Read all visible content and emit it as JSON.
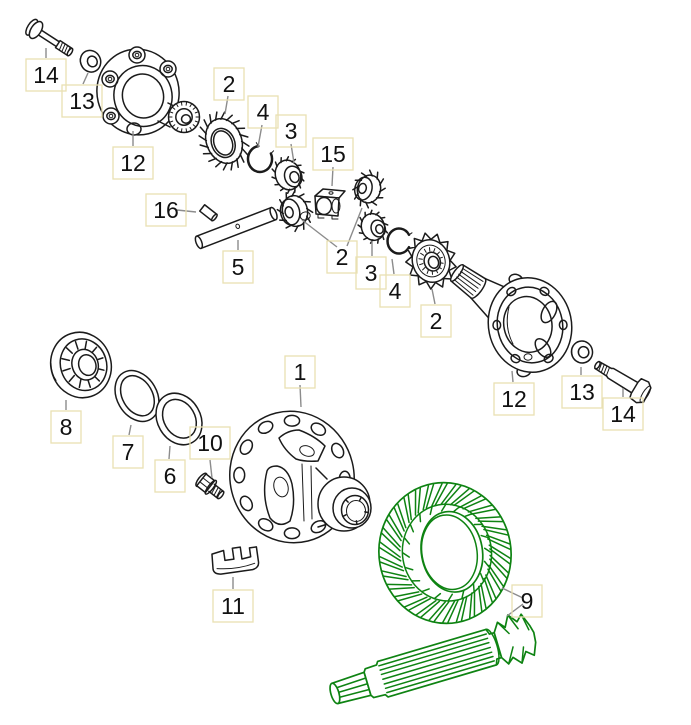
{
  "figure": {
    "type": "exploded-parts-diagram",
    "subject": "differential gear assembly",
    "background": "#ffffff"
  },
  "colors": {
    "line": "#1b1b1b",
    "highlight_green": "#0e8312",
    "leader_gray": "#8c8c8c",
    "label_text": "#111111",
    "label_box_border": "#e9e0b2"
  },
  "callouts": [
    {
      "number": "14",
      "part": "flange bolt",
      "position": "top-left"
    },
    {
      "number": "13",
      "part": "washer",
      "position": "top-left"
    },
    {
      "number": "12",
      "part": "side cover flange",
      "position": "top-left"
    },
    {
      "number": "2",
      "part": "bevel side gear",
      "position": "top"
    },
    {
      "number": "4",
      "part": "snap ring",
      "position": "top"
    },
    {
      "number": "3",
      "part": "thrust gear",
      "position": "top"
    },
    {
      "number": "15",
      "part": "spacer block",
      "position": "top-middle"
    },
    {
      "number": "16",
      "part": "dowel pin",
      "position": "middle-left"
    },
    {
      "number": "5",
      "part": "pinion cross shaft",
      "position": "middle-left"
    },
    {
      "number": "2",
      "part": "differential bevel gears",
      "position": "middle"
    },
    {
      "number": "3",
      "part": "thrust gear",
      "position": "middle-right"
    },
    {
      "number": "4",
      "part": "snap ring",
      "position": "middle-right"
    },
    {
      "number": "2",
      "part": "splined side gear",
      "position": "middle-right"
    },
    {
      "number": "12",
      "part": "side cover flange",
      "position": "right"
    },
    {
      "number": "13",
      "part": "washer",
      "position": "right"
    },
    {
      "number": "14",
      "part": "flange bolt",
      "position": "right"
    },
    {
      "number": "8",
      "part": "tapered roller bearing",
      "position": "bottom-left"
    },
    {
      "number": "7",
      "part": "shim ring",
      "position": "bottom-left"
    },
    {
      "number": "6",
      "part": "shim ring",
      "position": "bottom-left"
    },
    {
      "number": "10",
      "part": "screw fitting",
      "position": "bottom-left"
    },
    {
      "number": "1",
      "part": "differential housing",
      "position": "center"
    },
    {
      "number": "11",
      "part": "retaining clip",
      "position": "bottom"
    },
    {
      "number": "9",
      "part": "ring gear and pinion set",
      "position": "bottom-right"
    }
  ]
}
